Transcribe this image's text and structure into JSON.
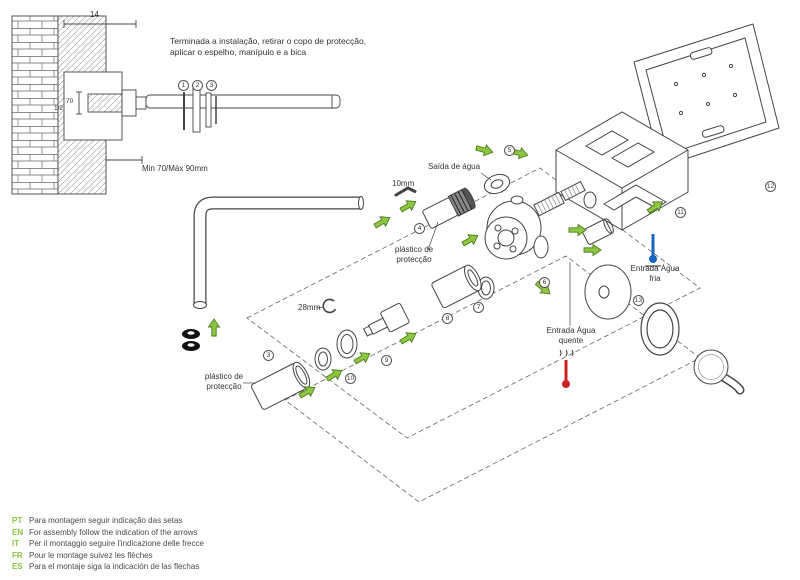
{
  "note": {
    "finish_instruction": "Terminada a instalação,  retirar o copo de protecção, aplicar o espelho, manípulo e a bica"
  },
  "dimensions": {
    "top_width": "14",
    "depth": "70",
    "thread": "1/2",
    "range": "Min 70/Máx 90mm",
    "hex_key": "10mm",
    "cartridge": "28mm"
  },
  "labels": {
    "water_outlet": "Saída de água",
    "protective_plastic_top": "plástico de protecção",
    "protective_plastic_bottom": "plástico de protecção",
    "hot_inlet": "Entrada Água quente",
    "cold_inlet": "Entrada Água fria"
  },
  "callouts": [
    "1",
    "2",
    "3",
    "3",
    "10",
    "9",
    "4",
    "5",
    "6",
    "7",
    "8",
    "11",
    "12",
    "13"
  ],
  "legend": [
    {
      "lang": "PT",
      "text": "Para montagem seguir indicação das setas"
    },
    {
      "lang": "EN",
      "text": "For assembly follow the indication of the arrows"
    },
    {
      "lang": "IT",
      "text": "Per il montaggio seguire l'indicazione delle frecce"
    },
    {
      "lang": "FR",
      "text": "Pour le montage suivez les flèches"
    },
    {
      "lang": "ES",
      "text": "Para el montaje siga la indicación de las flechas"
    }
  ],
  "colors": {
    "arrow-green": "#8dc63f",
    "arrow-green-dark": "#4e7a1e",
    "hot": "#cc2222",
    "cold": "#1565c0",
    "legend-green": "#8bc53f",
    "line": "#444444"
  }
}
